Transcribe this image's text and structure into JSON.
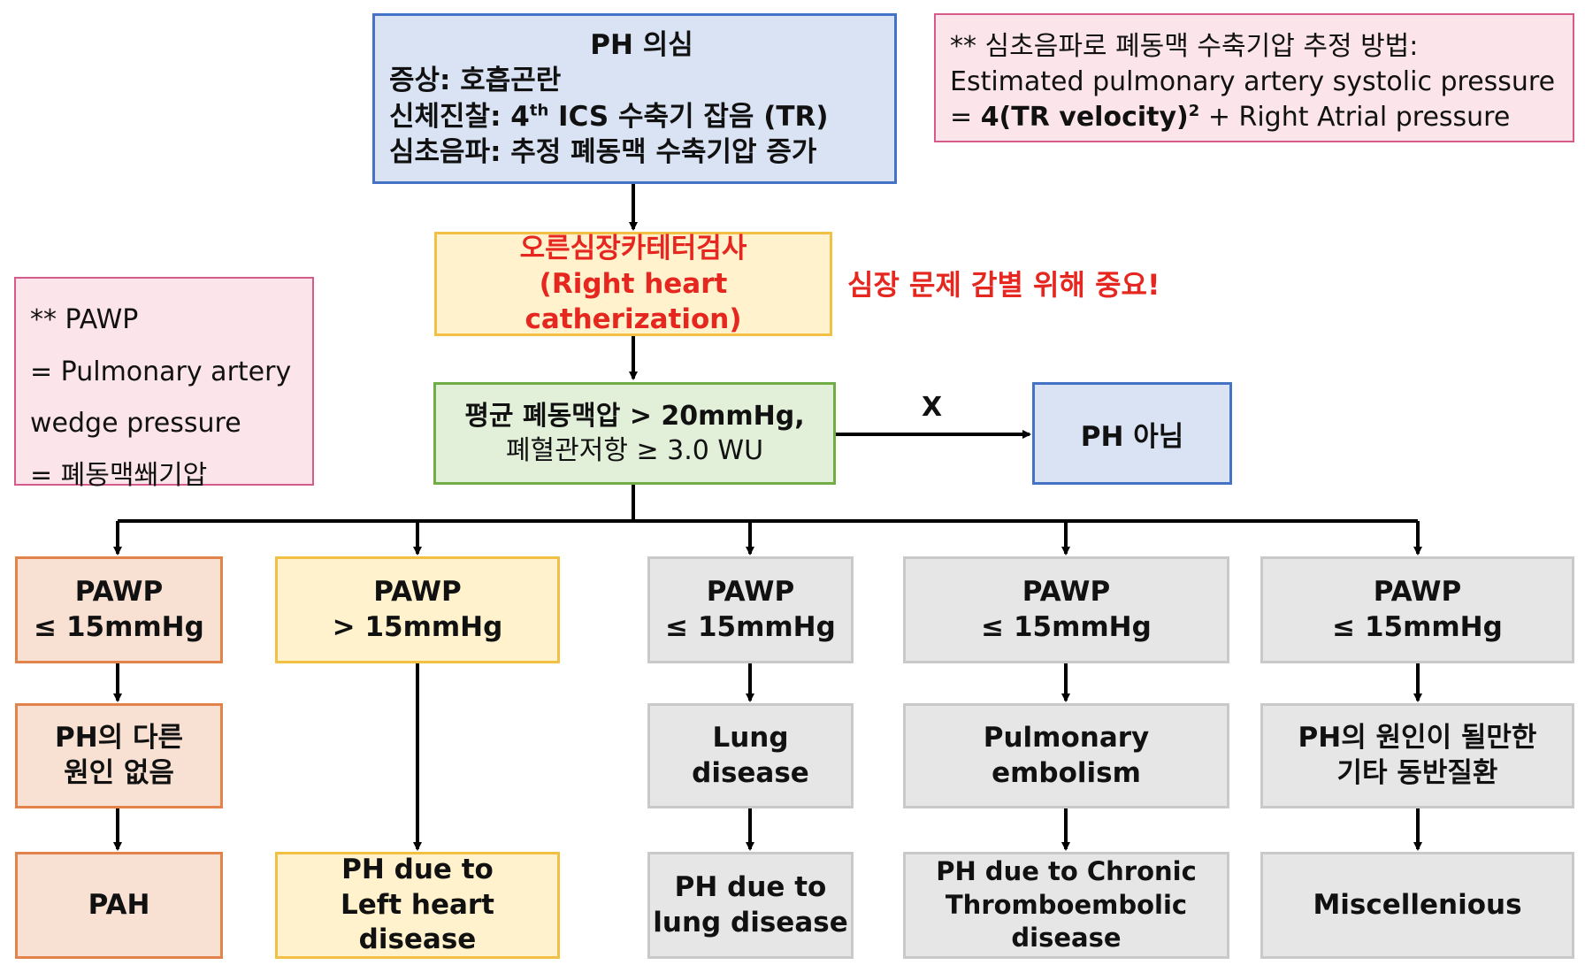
{
  "top_box": {
    "title": "PH 의심",
    "line1": "증상: 호흡곤란",
    "line2_pre": "신체진찰: 4",
    "line2_sup": "th",
    "line2_post": " ICS 수축기 잡음 (TR)",
    "line3": "심초음파: 추정 폐동맥 수축기압 증가"
  },
  "echo_note": {
    "line1": "** 심초음파로 폐동맥 수축기압 추정 방법:",
    "line2": "Estimated pulmonary artery systolic pressure",
    "line3_eq": "= ",
    "line3_bold": "4(TR velocity)",
    "line3_sup": "2",
    "line3_rest": " + Right Atrial pressure"
  },
  "rhc_box": {
    "line1": "오른심장카테터검사",
    "line2": "(Right heart catherization)"
  },
  "rhc_note": "심장 문제 감별 위해 중요!",
  "pawp_note": {
    "line1": "** PAWP",
    "line2": "= Pulmonary artery",
    "line3": "wedge pressure",
    "line4": "= 폐동맥쐐기압"
  },
  "criteria_box": {
    "line1": "평균 폐동맥압 > 20mmHg,",
    "line2": "폐혈관저항 ≥ 3.0 WU"
  },
  "no_label": "X",
  "not_ph_box": "PH 아님",
  "branches": [
    {
      "pawp": "PAWP",
      "pawp_value": "≤ 15mmHg",
      "middle": [
        "PH의 다른",
        "원인 없음"
      ],
      "result": [
        "PAH"
      ]
    },
    {
      "pawp": "PAWP",
      "pawp_value": "> 15mmHg",
      "middle": [],
      "result": [
        "PH due to",
        "Left heart disease"
      ]
    },
    {
      "pawp": "PAWP",
      "pawp_value": "≤ 15mmHg",
      "middle": [
        "Lung",
        "disease"
      ],
      "result": [
        "PH due to",
        "lung disease"
      ]
    },
    {
      "pawp": "PAWP",
      "pawp_value": "≤ 15mmHg",
      "middle": [
        "Pulmonary embolism"
      ],
      "result": [
        "PH due to Chronic",
        "Thromboembolic",
        "disease"
      ]
    },
    {
      "pawp": "PAWP",
      "pawp_value": "≤ 15mmHg",
      "middle": [
        "PH의 원인이 될만한",
        "기타 동반질환"
      ],
      "result": [
        "Miscellenious"
      ]
    }
  ]
}
